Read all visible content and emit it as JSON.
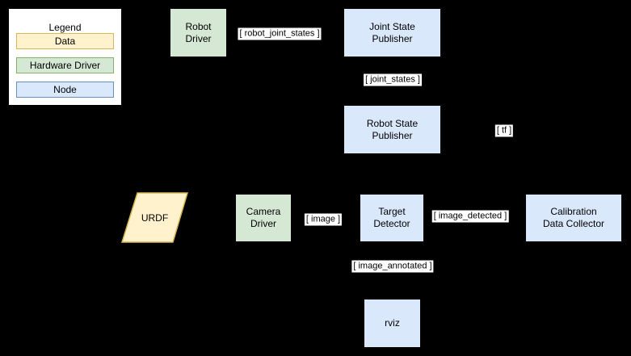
{
  "colors": {
    "background": "#000000",
    "data_fill": "#FFF2CC",
    "data_stroke": "#D6B656",
    "hardware_fill": "#D5E8D4",
    "hardware_stroke": "#82B366",
    "node_fill": "#DAE8FC",
    "node_stroke": "#6C8EBF",
    "topic_label_bg": "#FFFFFF",
    "text": "#000000"
  },
  "legend": {
    "title": "Legend",
    "items": [
      {
        "label": "Data",
        "type": "data"
      },
      {
        "label": "Hardware Driver",
        "type": "hardware"
      },
      {
        "label": "Node",
        "type": "node"
      }
    ]
  },
  "nodes": {
    "robot_driver": {
      "label": "Robot\nDriver",
      "type": "hardware"
    },
    "joint_state_publisher": {
      "label": "Joint State\nPublisher",
      "type": "node"
    },
    "robot_state_publisher": {
      "label": "Robot State\nPublisher",
      "type": "node"
    },
    "urdf": {
      "label": "URDF",
      "type": "data"
    },
    "camera_driver": {
      "label": "Camera\nDriver",
      "type": "hardware"
    },
    "target_detector": {
      "label": "Target\nDetector",
      "type": "node"
    },
    "calibration_data_collector": {
      "label": "Calibration\nData Collector",
      "type": "node"
    },
    "rviz": {
      "label": "rviz",
      "type": "node"
    }
  },
  "topics": {
    "robot_joint_states": "[ robot_joint_states ]",
    "joint_states": "[ joint_states ]",
    "tf": "[ tf ]",
    "image": "[ image ]",
    "image_detected": "[ image_detected ]",
    "image_annotated": "[ image_annotated ]"
  }
}
